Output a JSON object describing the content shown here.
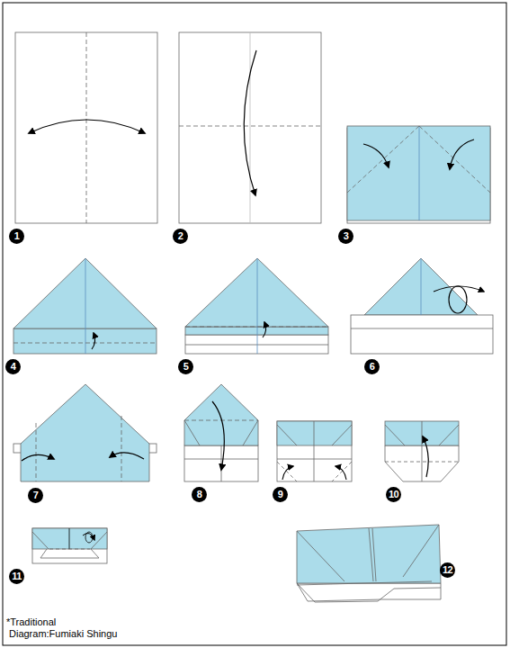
{
  "diagram": {
    "labels": [
      "1",
      "2",
      "3",
      "4",
      "5",
      "6",
      "7",
      "8",
      "9",
      "10",
      "11",
      "12",
      "*Traditional",
      "Diagram:Fumiaki Shingu"
    ]
  }
}
